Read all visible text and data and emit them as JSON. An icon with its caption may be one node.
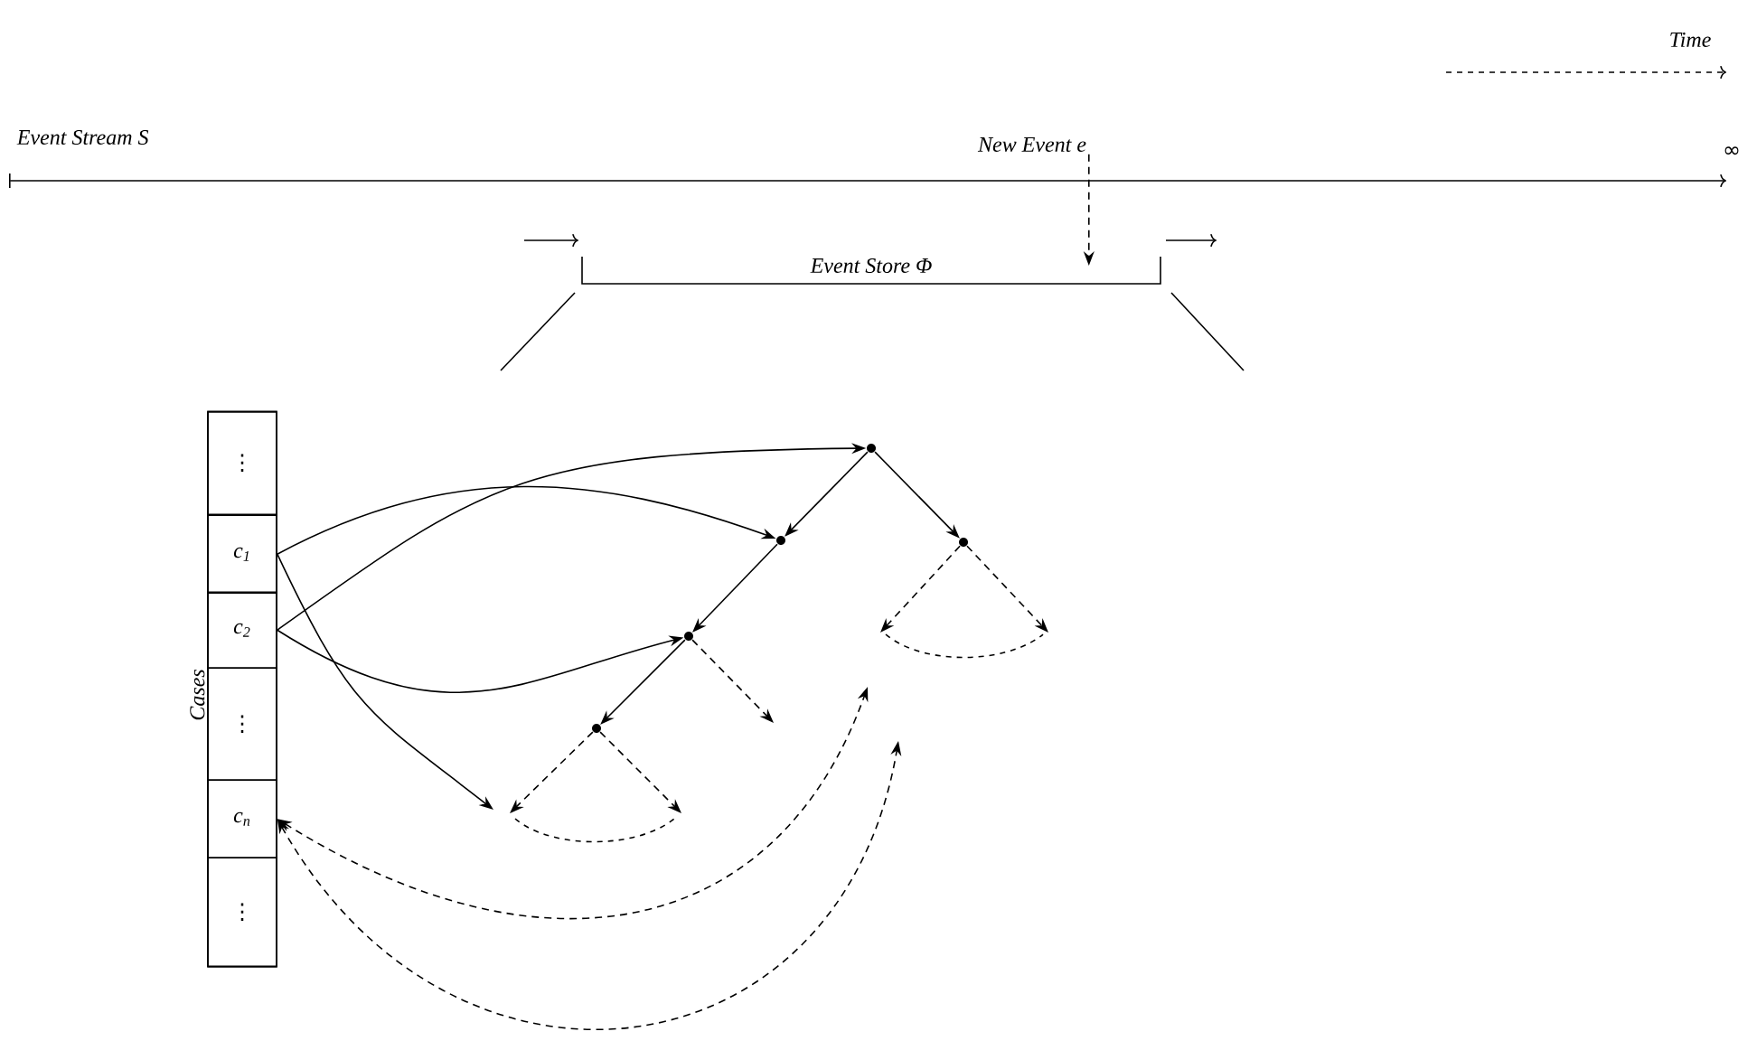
{
  "diagram": {
    "nodes": [
      {
        "text": [
          "New Event e"
        ]
      },
      {
        "text": [
          "Event Store Φ"
        ]
      },
      {
        "text": [
          "Cases"
        ]
      },
      {
        "text": [
          "⋮"
        ],
        "in": 2
      },
      {
        "text": [
          "c$_{1}$"
        ],
        "in": 2
      },
      {
        "text": [
          "c$_{2}$"
        ],
        "in": 2
      },
      {
        "text": [
          "⋮"
        ],
        "in": 2
      },
      {
        "text": [
          "c$_{n}$"
        ],
        "in": 2
      },
      {
        "text": [
          "⋮"
        ],
        "in": 2
      },
      {
        "text": [],
        "shape": "circle"
      },
      {
        "text": [],
        "shape": "circle"
      },
      {
        "text": [],
        "shape": "circle"
      },
      {
        "text": [],
        "shape": "circle"
      },
      {
        "text": [],
        "shape": "circle"
      }
    ],
    "edges": [
      {
        "from": 0,
        "to": 1,
        "arrow": "to",
        "style": "dashed"
      },
      {
        "from": 4,
        "to": 10,
        "arrow": "to"
      },
      {
        "from": 4,
        "to": null,
        "arrow": "to"
      },
      {
        "from": 5,
        "to": 9,
        "arrow": "to"
      },
      {
        "from": 5,
        "to": 11,
        "arrow": "to"
      },
      {
        "from": 9,
        "to": 10,
        "arrow": "to"
      },
      {
        "from": 10,
        "to": 11,
        "arrow": "to"
      },
      {
        "from": 11,
        "to": 12,
        "arrow": "to"
      },
      {
        "from": 9,
        "to": 13,
        "arrow": "to"
      },
      {
        "from": 12,
        "to": null,
        "arrow": "to",
        "style": "dashed"
      },
      {
        "from": 12,
        "to": null,
        "arrow": "to",
        "style": "dashed"
      },
      {
        "from": 11,
        "to": null,
        "arrow": "to",
        "style": "dashed"
      },
      {
        "from": 13,
        "to": null,
        "arrow": "to",
        "style": "dashed"
      },
      {
        "from": 13,
        "to": null,
        "arrow": "to",
        "style": "dashed"
      },
      {
        "from": 7,
        "to": null,
        "arrow": "both",
        "style": "dashed"
      },
      {
        "from": 7,
        "to": null,
        "arrow": "both",
        "style": "dashed"
      }
    ],
    "labels": [
      "Time",
      "Event Stream S",
      "∞"
    ]
  }
}
